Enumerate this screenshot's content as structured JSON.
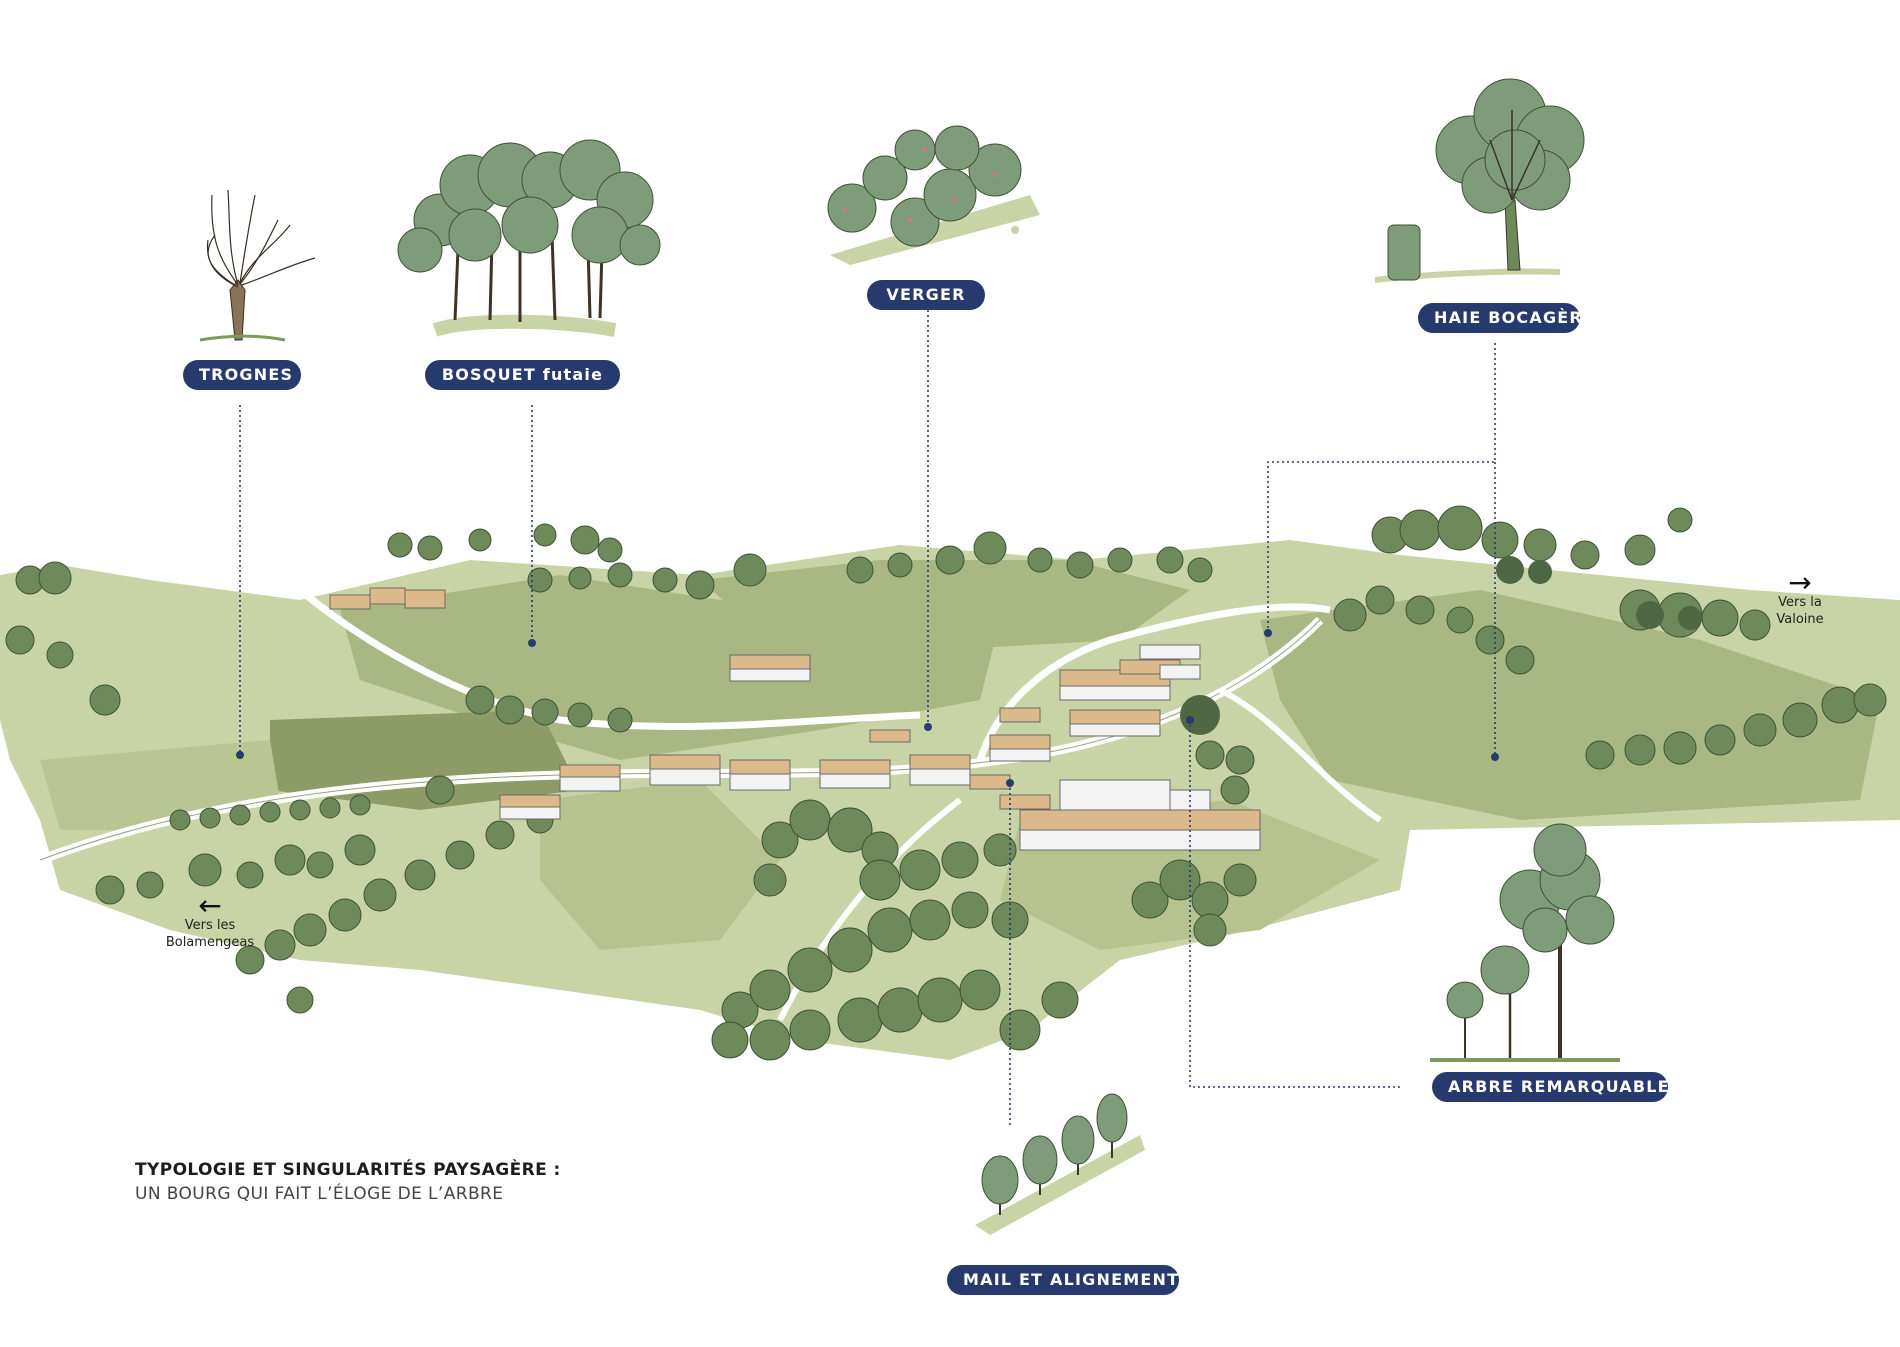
{
  "labels": {
    "trognes": "TROGNES",
    "bosquet": "BOSQUET futaie",
    "verger": "VERGER",
    "haie": "HAIE BOCAGÈRE",
    "arbre": "ARBRE REMARQUABLE",
    "mail": "MAIL ET ALIGNEMENT"
  },
  "directions": {
    "left_line1": "Vers les",
    "left_line2": "Bolamengeas",
    "right_line1": "Vers la",
    "right_line2": "Valoine"
  },
  "caption": {
    "title": "TYPOLOGIE ET SINGULARITÉS PAYSAGÈRE :",
    "subtitle": "UN BOURG QUI FAIT L’ÉLOGE DE L’ARBRE"
  },
  "colors": {
    "label_bg": "#263a6d",
    "field_light": "#c9d4a6",
    "field_mid": "#a9b783",
    "field_dark": "#8d9b66",
    "tree": "#6f8a5a",
    "tree_dark": "#4f6743",
    "roof": "#dcb98a"
  }
}
